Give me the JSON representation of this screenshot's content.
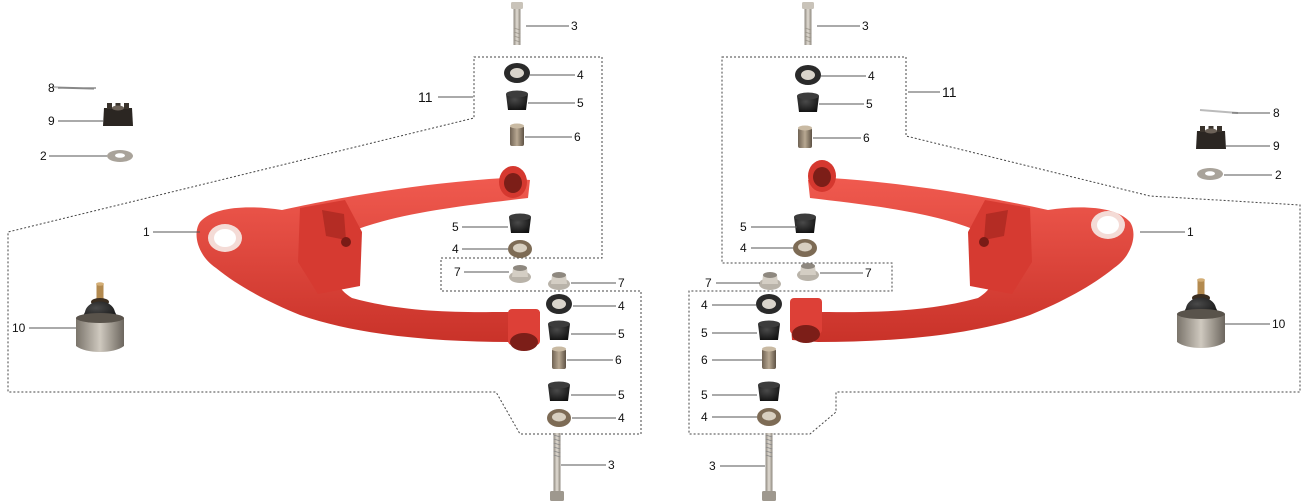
{
  "diagram": {
    "left_assembly": {
      "labels": {
        "arm": "1",
        "washer": "2",
        "bolt_top": "3",
        "bolt_bottom": "3",
        "washer_top": "4",
        "bushing_top": "5",
        "sleeve_top": "6",
        "bushing_mid": "5",
        "washer_mid": "4",
        "nut_a": "7",
        "nut_b": "7",
        "washer_lower_a": "4",
        "bushing_lower_a": "5",
        "sleeve_lower": "6",
        "bushing_lower_b": "5",
        "washer_lower_b": "4",
        "cotter_pin": "8",
        "castle_nut": "9",
        "ball_joint": "10",
        "group": "11"
      }
    },
    "right_assembly": {
      "labels": {
        "arm": "1",
        "washer": "2",
        "bolt_top": "3",
        "bolt_bottom": "3",
        "washer_top": "4",
        "bushing_top": "5",
        "sleeve_top": "6",
        "bushing_mid": "5",
        "washer_mid": "4",
        "nut_a": "7",
        "nut_b": "7",
        "washer_lower_a": "4",
        "bushing_lower_a": "5",
        "sleeve_lower": "6",
        "bushing_lower_b": "5",
        "washer_lower_b": "4",
        "cotter_pin": "8",
        "castle_nut": "9",
        "ball_joint": "10",
        "group": "11"
      }
    },
    "colors": {
      "arm": "#e8473f",
      "arm_shade": "#c7342d",
      "rubber": "#1b1b1b",
      "metal": "#a9a39a",
      "bronze": "#8c7a64"
    }
  }
}
